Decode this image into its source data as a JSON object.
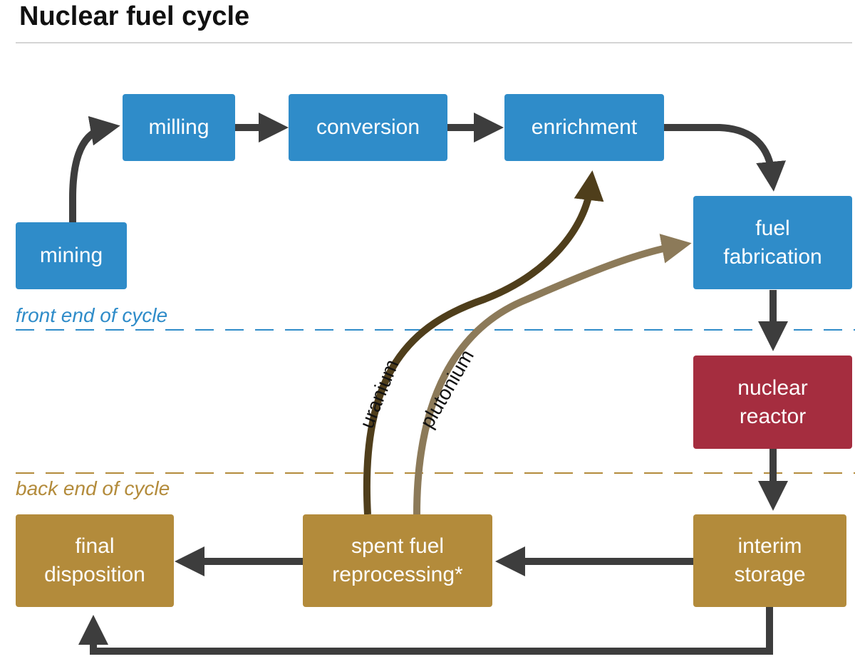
{
  "title": "Nuclear fuel cycle",
  "zones": {
    "front_end": "front end of cycle",
    "back_end": "back end of cycle"
  },
  "stages": {
    "mining": "mining",
    "milling": "milling",
    "conversion": "conversion",
    "enrichment": "enrichment",
    "fuel_fabrication": "fuel\nfabrication",
    "nuclear_reactor": "nuclear\nreactor",
    "interim_storage": "interim\nstorage",
    "spent_fuel_reprocessing": "spent fuel\nreprocessing*",
    "final_disposition": "final\ndisposition"
  },
  "flows": {
    "uranium": "uranium",
    "plutonium": "plutonium"
  },
  "colors": {
    "front_end": "#2f8cc9",
    "reactor": "#a52d3f",
    "back_end": "#b38b3b",
    "arrow": "#3d3d3d",
    "uranium": "#4f3e1b",
    "plutonium": "#8c7a59"
  }
}
